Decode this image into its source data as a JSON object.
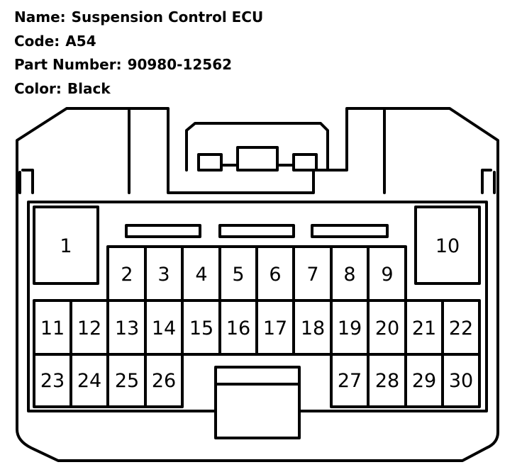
{
  "info": {
    "name_label": "Name:",
    "name_value": "Suspension Control ECU",
    "code_label": "Code:",
    "code_value": "A54",
    "part_label": "Part Number:",
    "part_value": "90980-12562",
    "color_label": "Color:",
    "color_value": "Black"
  },
  "pins": {
    "p1": "1",
    "p2": "2",
    "p3": "3",
    "p4": "4",
    "p5": "5",
    "p6": "6",
    "p7": "7",
    "p8": "8",
    "p9": "9",
    "p10": "10",
    "p11": "11",
    "p12": "12",
    "p13": "13",
    "p14": "14",
    "p15": "15",
    "p16": "16",
    "p17": "17",
    "p18": "18",
    "p19": "19",
    "p20": "20",
    "p21": "21",
    "p22": "22",
    "p23": "23",
    "p24": "24",
    "p25": "25",
    "p26": "26",
    "p27": "27",
    "p28": "28",
    "p29": "29",
    "p30": "30"
  },
  "colors": {
    "line": "#000000",
    "background": "#ffffff"
  }
}
